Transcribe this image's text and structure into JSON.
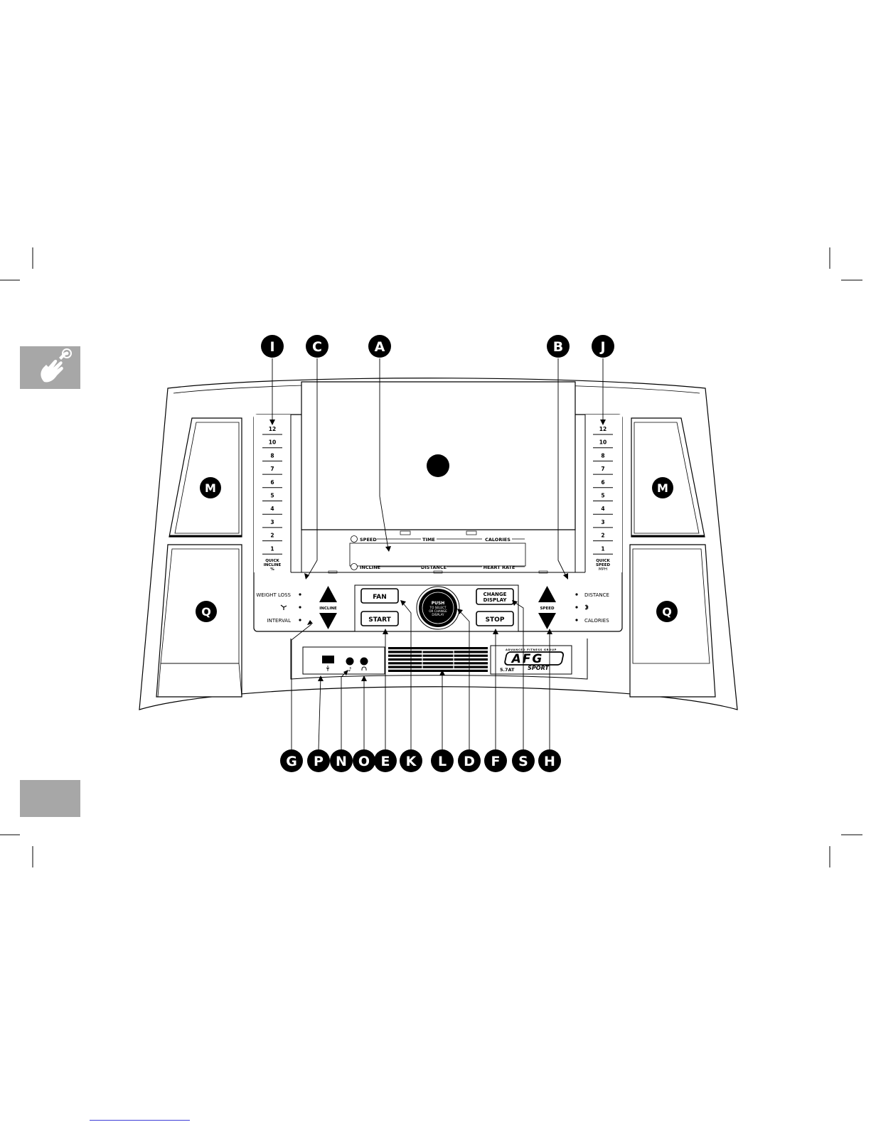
{
  "callouts": {
    "top": [
      "I",
      "C",
      "A",
      "B",
      "J"
    ],
    "bottom": [
      "G",
      "P",
      "N",
      "O",
      "E",
      "K",
      "L",
      "D",
      "F",
      "S",
      "H"
    ],
    "panel_left_upper": "M",
    "panel_left_lower": "Q",
    "panel_right_upper": "M",
    "panel_right_lower": "Q"
  },
  "left_scale": {
    "values": [
      "12",
      "10",
      "8",
      "7",
      "6",
      "5",
      "4",
      "3",
      "2",
      "1"
    ],
    "caption_line1": "QUICK",
    "caption_line2": "INCLINE",
    "caption_line3": "%"
  },
  "right_scale": {
    "values": [
      "12",
      "10",
      "8",
      "7",
      "6",
      "5",
      "4",
      "3",
      "2",
      "1"
    ],
    "caption_line1": "QUICK",
    "caption_line2": "SPEED",
    "caption_line3": "MPH"
  },
  "display": {
    "top_labels": [
      "SPEED",
      "TIME",
      "CALORIES"
    ],
    "bottom_labels": [
      "INCLINE",
      "DISTANCE",
      "HEART RATE"
    ]
  },
  "left_programs": [
    "WEIGHT LOSS",
    "INTERVAL"
  ],
  "right_programs": [
    "DISTANCE",
    "CALORIES"
  ],
  "incline_label": "INCLINE",
  "speed_label": "SPEED",
  "buttons": {
    "fan": "FAN",
    "start": "START",
    "change_display_line1": "CHANGE",
    "change_display_line2": "DISPLAY",
    "stop": "STOP"
  },
  "knob": {
    "line1": "PUSH",
    "line2": "TO SELECT",
    "line3": "OR CHANGE",
    "line4": "DISPLAY"
  },
  "brand": {
    "tagline": "ADVANCED FITNESS GROUP",
    "logo": "AFG",
    "sub": "SPORT",
    "model": "5.7AT"
  },
  "icons": [
    "hand-pointer-icon",
    "fan-icon",
    "bluetooth-icon",
    "usb-icon",
    "music-note-icon",
    "headphones-icon"
  ]
}
